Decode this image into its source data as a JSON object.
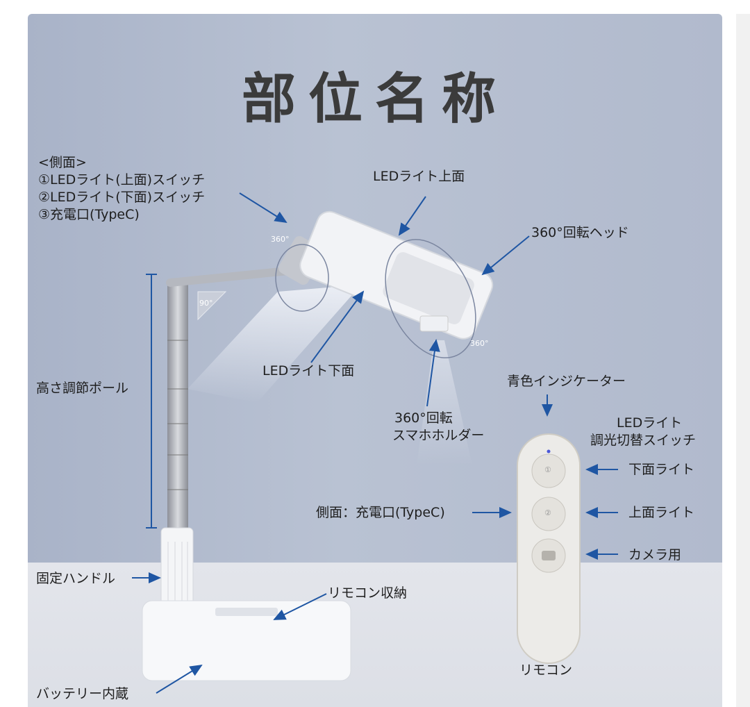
{
  "title": "部位名称",
  "side_panel": {
    "heading": "<側面>",
    "items": [
      "①LEDライト(上面)スイッチ",
      "②LEDライト(下面)スイッチ",
      "③充電口(TypeC)"
    ]
  },
  "labels": {
    "led_top": "LEDライト上面",
    "rotating_head": "360°回転ヘッド",
    "led_bottom": "LEDライト下面",
    "height_pole": "高さ調節ポール",
    "holder_line1": "360°回転",
    "holder_line2": "スマホホルダー",
    "fixing_handle": "固定ハンドル",
    "remote_storage": "リモコン収納",
    "battery": "バッテリー内蔵"
  },
  "angles": {
    "head": "360°",
    "arm": "90°",
    "holder": "360°"
  },
  "remote": {
    "indicator": "青色インジケーター",
    "switch_line1": "LEDライト",
    "switch_line2": "調光切替スイッチ",
    "bottom_light": "下面ライト",
    "top_light": "上面ライト",
    "camera": "カメラ用",
    "side_port": "側面：充電口(TypeC)",
    "name": "リモコン",
    "button1": "①",
    "button2": "②"
  },
  "colors": {
    "arrow": "#1f56a3",
    "background": "#b3bccf",
    "floor": "#e0e3e9"
  }
}
